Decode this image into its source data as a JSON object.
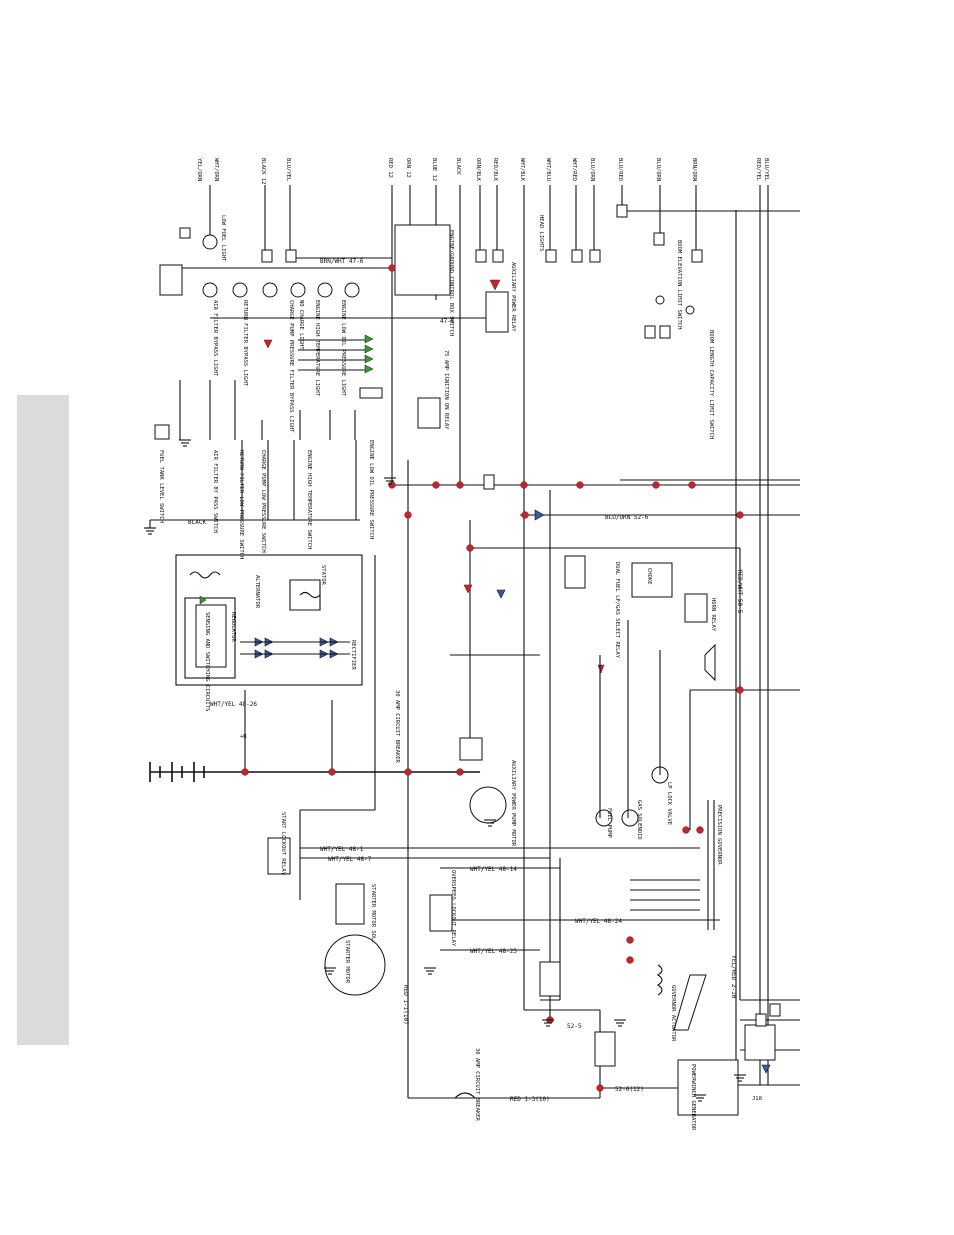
{
  "wire_labels": {
    "top": [
      "YEL/ORN",
      "WHT/ORN",
      "BLACK 12",
      "BLU/YEL",
      "RED 12",
      "ORN 12",
      "BLUE 12",
      "BLACK",
      "ORN/BLK",
      "RED/BLK",
      "WHT/BLK",
      "WHT/BLU",
      "WHT/RED",
      "BLU/ORN",
      "BLU/RED",
      "BLU/ORN",
      "BRN/ORN",
      "RED/YEL",
      "BLU/YEL"
    ],
    "circuits": [
      "BRN/WHT 47-6",
      "47-5",
      "BLACK",
      "BLU/ORN 52-6",
      "WHT/YEL 48-1",
      "WHT/YEL 48-7",
      "WHT/YEL 48-14",
      "WHT/YEL 48-24",
      "WHT/YEL 48-25",
      "RED 1-1(10)",
      "RED 1-3(10)",
      "RED/WHT 50-5",
      "YEL/RED 2-10",
      "52-5",
      "52-6(12)",
      "WHT/YEL 48-26"
    ]
  },
  "components": {
    "low_fuel_light": "LOW FUEL LIGHT",
    "air_filter_light": "AIR FILTER BYPASS LIGHT",
    "return_filter_light": "RETURN FILTER BYPASS LIGHT",
    "charge_pump_light": "CHARGE PUMP PRESSURE FILTER BYPASS LIGHT",
    "no_charge_light": "NO CHARGE LIGHT",
    "temp_light": "ENGINE HIGH TEMPERATURE LIGHT",
    "oil_light": "ENGINE LOW OIL PRESSURE LIGHT",
    "engine_oil_switch": "ENGINE LOW OIL PRESSURE SWITCH",
    "fuel_tank_switch": "FUEL TANK LEVEL SWITCH",
    "regulator": "REGULATOR",
    "sensing": "SENSING AND SWITCHING CIRCUITS",
    "alternator": "ALTERNATOR",
    "stator": "STATOR",
    "rectifier": "RECTIFIER",
    "starter_motor": "STARTER MOTOR",
    "starter_solenoid": "STARTER MOTOR SOL.",
    "start_lockout": "START LOCKOUT RELAY",
    "overspeed_relay": "OVERSPEED LOCKOUT RELAY",
    "aux_pump": "AUXILIARY POWER PUMP MOTOR",
    "circuit_breaker_30": "30 AMP CIRCUIT BREAKER",
    "circuit_breaker_30b": "30 AMP CIRCUIT BREAKER",
    "choke": "CHOKE",
    "dual_fuel_relay": "DUAL FUEL LP/GAS SELECT RELAY",
    "horn_relay": "HORN RELAY",
    "lp_valve": "LP LOCK VALVE",
    "fuel_pump": "FUEL PUMP",
    "gas_solenoid": "GAS SOLENOID",
    "precision_governor": "PRECISION GOVERNOR",
    "governor_actuator": "GOVERNOR ACTUATOR",
    "powerwinch": "POWERWINCH GENERATOR",
    "j18": "J18",
    "engine_run": "ENGINE/GROUND CONTROL BOX SWITCH",
    "boom_switch": "BOOM ELEVATION LIMIT SWITCH",
    "boom_length": "BOOM LENGTH CAPACITY LIMIT SWITCH",
    "head_lights": "HEAD LIGHTS",
    "ignition_relay": "75 AMP IGNITION ON RELAY",
    "engine_temp_switch": "ENGINE HIGH TEMPERATURE SWITCH",
    "charge_pump_switch": "CHARGE PUMP LOW PRESSURE SWITCH",
    "return_filter_switch": "RETURN FILTER LOW PRESSURE SWITCH",
    "air_filter_switch": "AIR FILTER BY PASS SWITCH",
    "aux_power_relay": "AUXILIARY POWER RELAY",
    "battery_label": "+B"
  }
}
